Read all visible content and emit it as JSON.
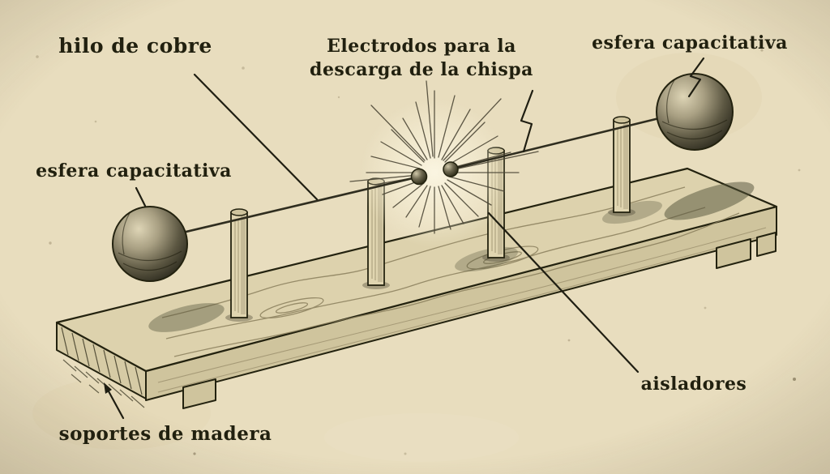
{
  "figure": {
    "labels": {
      "hilo_de_cobre": "hilo de cobre",
      "electrodos_line1": "Electrodos para la",
      "electrodos_line2": "descarga de la chispa",
      "esfera_capacitativa_derecha": "esfera capacitativa",
      "esfera_capacitativa_izquierda": "esfera capacitativa",
      "aisladores": "aisladores",
      "soportes_de_madera": "soportes de madera"
    },
    "colors": {
      "paper": "#e8ddbe",
      "ink": "#23220f",
      "wood_top": "#ddd2ad",
      "wood_front": "#cfc49d",
      "wood_end": "#d6cba5",
      "spark_glow": "#faf5e2"
    }
  }
}
